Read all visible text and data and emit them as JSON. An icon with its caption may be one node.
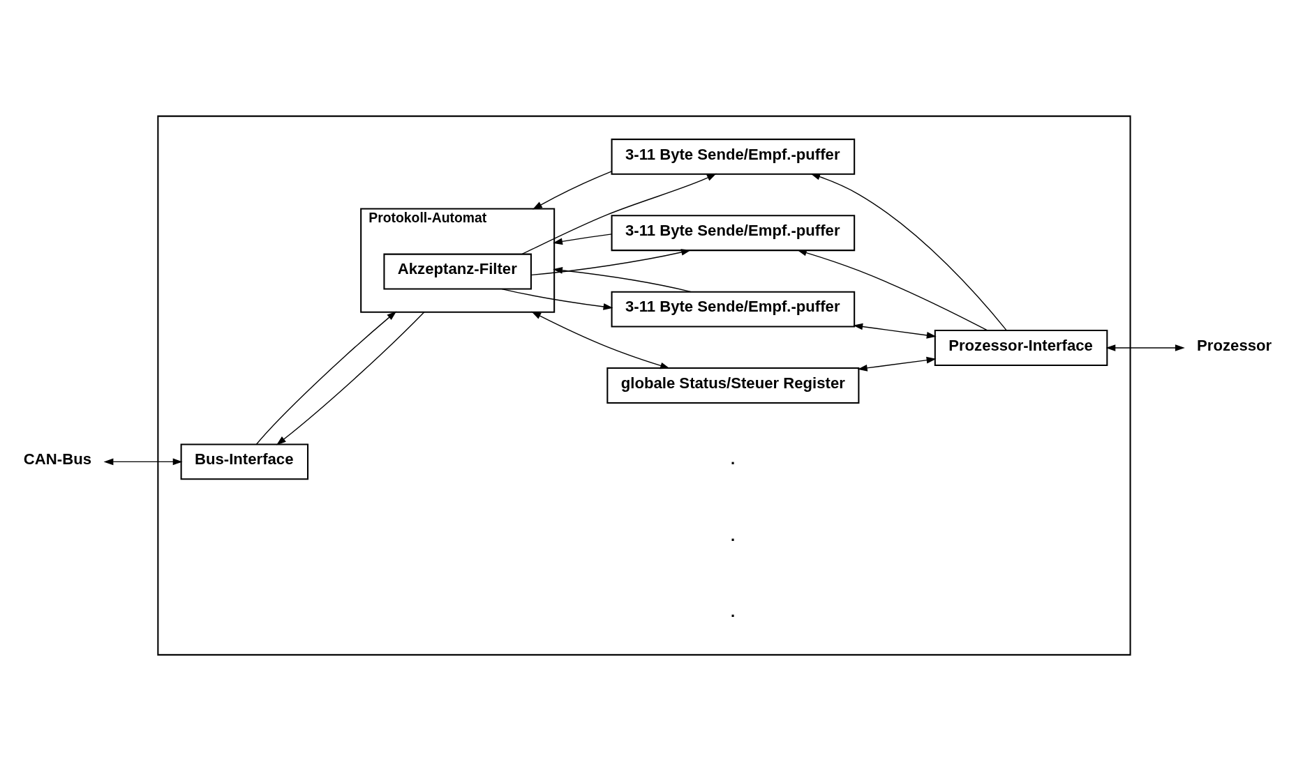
{
  "diagram": {
    "nodes": [
      {
        "text": [],
        "shape": "box"
      },
      {
        "text": [
          "CAN-Bus"
        ]
      },
      {
        "text": [
          "Bus-Interface"
        ],
        "in": 0
      },
      {
        "text": [
          "Protokoll-Automat"
        ],
        "in": 0
      },
      {
        "text": [
          "Akzeptanz-Filter"
        ],
        "in": 3
      },
      {
        "text": [
          "globale Status/Steuer Register"
        ],
        "in": 0
      },
      {
        "text": [
          "3-11 Byte Sende/Empf.-puffer"
        ],
        "in": 0
      },
      {
        "text": [
          "3-11 Byte Sende/Empf.-puffer"
        ],
        "in": 0
      },
      {
        "text": [
          "3-11 Byte Sende/Empf.-puffer"
        ],
        "in": 0
      },
      {
        "text": [
          "Prozessor-Interface"
        ],
        "in": 0
      },
      {
        "text": [
          "Prozessor"
        ]
      }
    ],
    "edges": [
      {
        "from": 1,
        "to": 2,
        "arrow": "both"
      },
      {
        "from": 2,
        "to": 3,
        "arrow": "to"
      },
      {
        "from": 3,
        "to": 2,
        "arrow": "to"
      },
      {
        "from": 3,
        "to": 5,
        "arrow": "both"
      },
      {
        "from": 5,
        "to": 9,
        "arrow": "both"
      },
      {
        "from": 6,
        "to": 9,
        "arrow": "both"
      },
      {
        "from": 9,
        "to": 7,
        "arrow": "to"
      },
      {
        "from": 9,
        "to": 8,
        "arrow": "to"
      },
      {
        "from": 9,
        "to": 10,
        "arrow": "both"
      },
      {
        "from": 6,
        "to": 3,
        "arrow": "to"
      },
      {
        "from": 7,
        "to": 3,
        "arrow": "to"
      },
      {
        "from": 8,
        "to": 3,
        "arrow": "to"
      },
      {
        "from": 4,
        "to": 6,
        "arrow": "to"
      },
      {
        "from": 4,
        "to": 7,
        "arrow": "to"
      },
      {
        "from": 4,
        "to": 8,
        "arrow": "to"
      }
    ],
    "labels": [
      ".",
      ".",
      "."
    ]
  }
}
